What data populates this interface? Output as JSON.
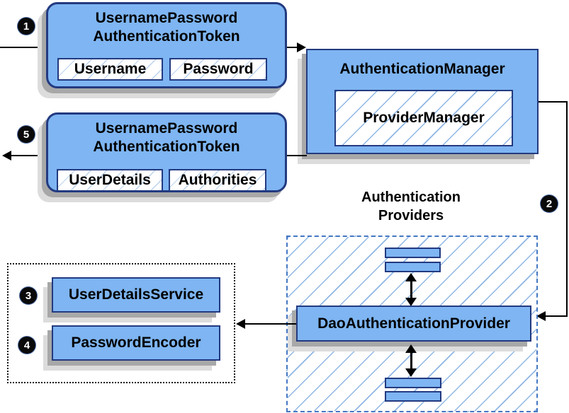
{
  "colors": {
    "box_fill": "#7eb5f2",
    "box_border": "#233a80",
    "hatch_line": "#8fb6e4",
    "dashed_border": "#4477c2",
    "dotted_border": "#161616",
    "shadow": "#a8a8a8",
    "connector": "#000000",
    "badge_bg": "#0a0a0a",
    "badge_text": "#ffffff"
  },
  "steps": [
    "1",
    "2",
    "3",
    "4",
    "5"
  ],
  "request_token": {
    "title_line1": "UsernamePassword",
    "title_line2": "AuthenticationToken",
    "field1": "Username",
    "field2": "Password"
  },
  "response_token": {
    "title_line1": "UsernamePassword",
    "title_line2": "AuthenticationToken",
    "field1": "UserDetails",
    "field2": "Authorities"
  },
  "authentication_manager": {
    "title": "AuthenticationManager",
    "provider_manager": "ProviderManager"
  },
  "authentication_providers": {
    "label_line1": "Authentication",
    "label_line2": "Providers",
    "dao_provider": "DaoAuthenticationProvider"
  },
  "services": {
    "user_details_service": "UserDetailsService",
    "password_encoder": "PasswordEncoder"
  }
}
